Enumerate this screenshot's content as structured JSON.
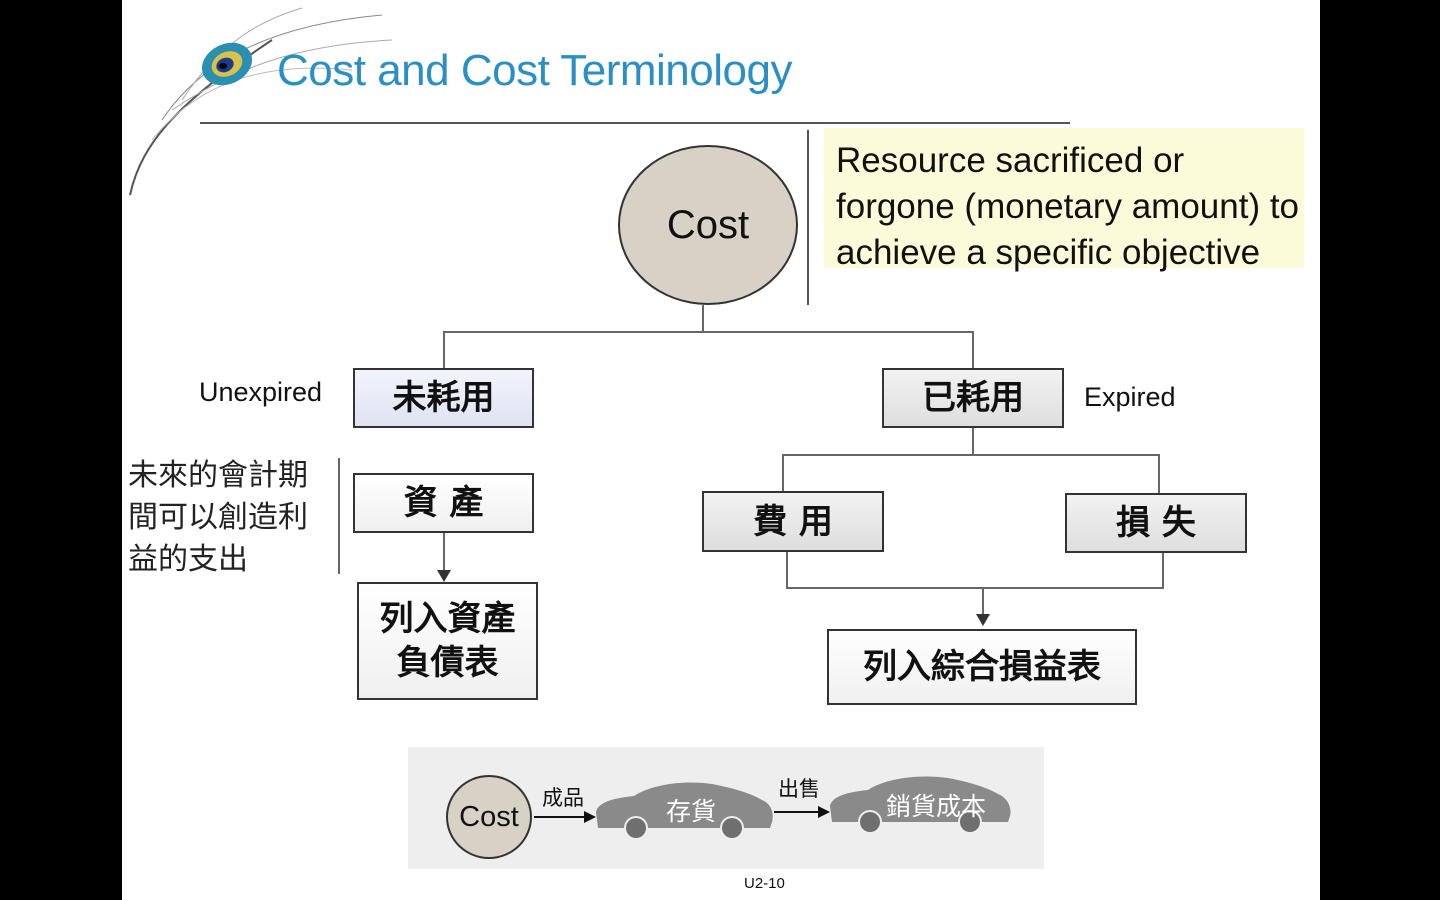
{
  "slide": {
    "title": "Cost and Cost Terminology",
    "cost_label": "Cost",
    "definition": "Resource sacrificed or forgone (monetary amount) to achieve a specific objective",
    "unexpired_label": "Unexpired",
    "expired_label": "Expired",
    "unexpired_box": "未耗用",
    "expired_box": "已耗用",
    "future_note": "未來的會計期間可以創造利益的支出",
    "asset_box": "資 產",
    "balance_sheet_box": "列入資產負債表",
    "expense_box": "費 用",
    "loss_box": "損 失",
    "income_statement_box": "列入綜合損益表",
    "page_number": "U2-10"
  },
  "bottom_flow": {
    "cost_label": "Cost",
    "arrow1_label": "成品",
    "car1_label": "存貨",
    "arrow2_label": "出售",
    "car2_label": "銷貨成本"
  },
  "colors": {
    "title": "#2a8fc6",
    "cost_circle": "#d8d2c6",
    "definition_highlight": "#fbfbd9",
    "unexpired_box": "#dfe3f2",
    "car": "#8a8a8a"
  },
  "icons": {
    "decoration": "peacock-feather-icon",
    "car": "car-silhouette-icon"
  }
}
